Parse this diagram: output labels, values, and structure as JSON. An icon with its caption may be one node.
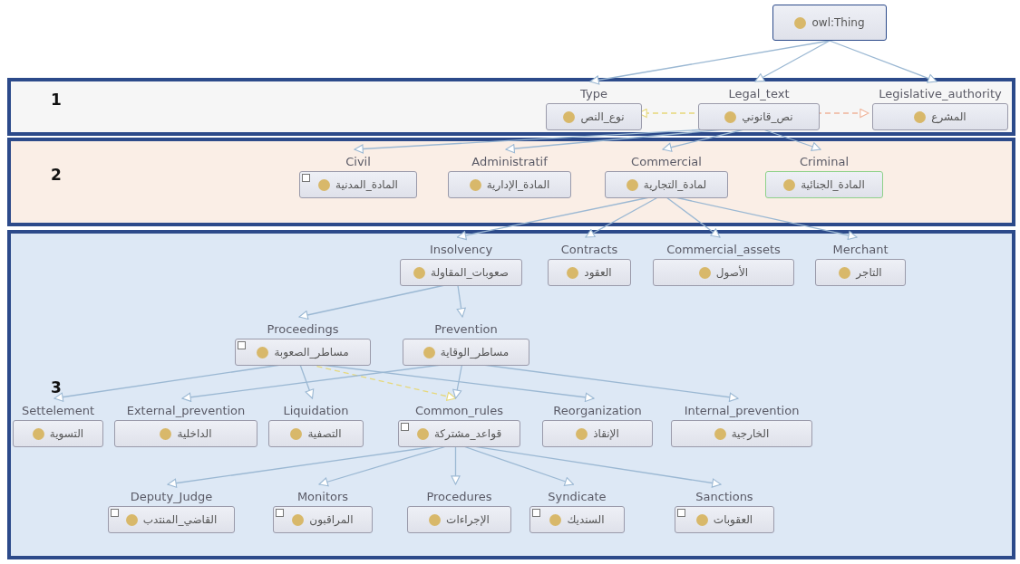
{
  "diagram": {
    "nodes": [
      {
        "text": [
          "owl:Thing"
        ]
      },
      {
        "text": [
          "1"
        ]
      },
      {
        "text": [
          "Type",
          "نوع_النص"
        ],
        "in": 1
      },
      {
        "text": [
          "Legal_text",
          "نص_قانوني"
        ],
        "in": 1
      },
      {
        "text": [
          "Legislative_authority",
          "المشرع"
        ],
        "in": 1
      },
      {
        "text": [
          "2"
        ]
      },
      {
        "text": [
          "Civil",
          "المادة_المدنية"
        ],
        "in": 5
      },
      {
        "text": [
          "Administratif",
          "المادة_الإدارية"
        ],
        "in": 5
      },
      {
        "text": [
          "Commercial",
          "لمادة_التجارية"
        ],
        "in": 5
      },
      {
        "text": [
          "Criminal",
          "المادة_الجنائية"
        ],
        "in": 5
      },
      {
        "text": [
          "3"
        ]
      },
      {
        "text": [
          "Insolvency",
          "صعوبات_المقاولة"
        ],
        "in": 10
      },
      {
        "text": [
          "Contracts",
          "العقود"
        ],
        "in": 10
      },
      {
        "text": [
          "Commercial_assets",
          "الأصول"
        ],
        "in": 10
      },
      {
        "text": [
          "Merchant",
          "التاجر"
        ],
        "in": 10
      },
      {
        "text": [
          "Proceedings",
          "مساطر_الصعوبة"
        ],
        "in": 10
      },
      {
        "text": [
          "Prevention",
          "مساطر_الوقاية"
        ],
        "in": 10
      },
      {
        "text": [
          "Settelement",
          "التسوية"
        ],
        "in": 10
      },
      {
        "text": [
          "External_prevention",
          "الداخلية"
        ],
        "in": 10
      },
      {
        "text": [
          "Liquidation",
          "التصفية"
        ],
        "in": 10
      },
      {
        "text": [
          "Common_rules",
          "قواعد_مشتركة"
        ],
        "in": 10
      },
      {
        "text": [
          "Reorganization",
          "الإنقاذ"
        ],
        "in": 10
      },
      {
        "text": [
          "Internal_prevention",
          "الخارجية"
        ],
        "in": 10
      },
      {
        "text": [
          "Deputy_Judge",
          "القاضي_المنتدب"
        ],
        "in": 10
      },
      {
        "text": [
          "Monitors",
          "المراقبون"
        ],
        "in": 10
      },
      {
        "text": [
          "Procedures",
          "الإجراءات"
        ],
        "in": 10
      },
      {
        "text": [
          "Syndicate",
          "السنديك"
        ],
        "in": 10
      },
      {
        "text": [
          "Sanctions",
          "العقوبات"
        ],
        "in": 10
      }
    ],
    "edges": [
      {
        "from": 0,
        "to": 2,
        "arrow": "to"
      },
      {
        "from": 0,
        "to": 3,
        "arrow": "to"
      },
      {
        "from": 0,
        "to": 4,
        "arrow": "to"
      },
      {
        "from": 3,
        "to": 2,
        "arrow": "to",
        "style": "dashed",
        "color": "#e6d87a"
      },
      {
        "from": 3,
        "to": 4,
        "arrow": "to",
        "style": "dashed",
        "color": "#f0b49a"
      },
      {
        "from": 3,
        "to": 6,
        "arrow": "to"
      },
      {
        "from": 3,
        "to": 7,
        "arrow": "to"
      },
      {
        "from": 3,
        "to": 8,
        "arrow": "to"
      },
      {
        "from": 3,
        "to": 9,
        "arrow": "to"
      },
      {
        "from": 8,
        "to": 11,
        "arrow": "to"
      },
      {
        "from": 8,
        "to": 12,
        "arrow": "to"
      },
      {
        "from": 8,
        "to": 13,
        "arrow": "to"
      },
      {
        "from": 8,
        "to": 14,
        "arrow": "to"
      },
      {
        "from": 11,
        "to": 15,
        "arrow": "to"
      },
      {
        "from": 11,
        "to": 16,
        "arrow": "to"
      },
      {
        "from": 15,
        "to": 17,
        "arrow": "to"
      },
      {
        "from": 15,
        "to": 19,
        "arrow": "to"
      },
      {
        "from": 15,
        "to": 20,
        "arrow": "to",
        "style": "dashed",
        "color": "#e6d87a"
      },
      {
        "from": 15,
        "to": 21,
        "arrow": "to"
      },
      {
        "from": 16,
        "to": 18,
        "arrow": "to"
      },
      {
        "from": 16,
        "to": 22,
        "arrow": "to"
      },
      {
        "from": 16,
        "to": 20,
        "arrow": "to"
      },
      {
        "from": 20,
        "to": 23,
        "arrow": "to"
      },
      {
        "from": 20,
        "to": 24,
        "arrow": "to"
      },
      {
        "from": 20,
        "to": 25,
        "arrow": "to"
      },
      {
        "from": 20,
        "to": 26,
        "arrow": "to"
      },
      {
        "from": 20,
        "to": 27,
        "arrow": "to"
      }
    ]
  }
}
